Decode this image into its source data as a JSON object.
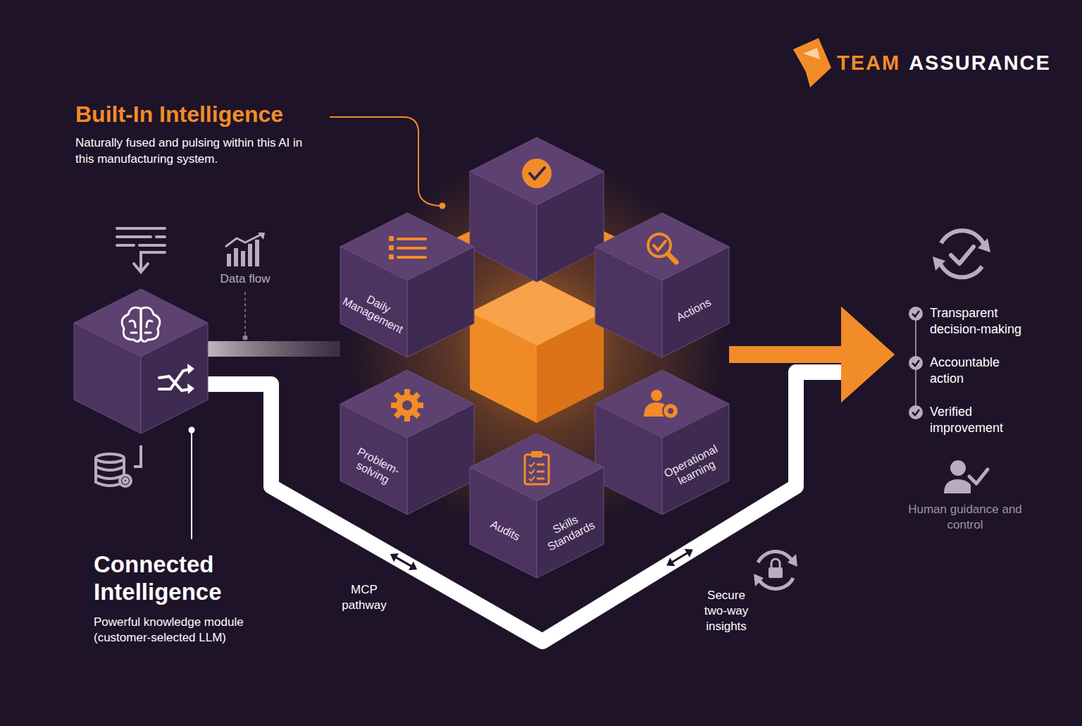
{
  "diagram": {
    "title": "Built-In Intelligence",
    "nodes": [
      {
        "text": [
          "Connected Intelligence",
          "Powerful knowledge module (customer-selected LLM)"
        ]
      },
      {
        "text": [
          "Daily Management"
        ]
      },
      {
        "text": [
          "Actions"
        ]
      },
      {
        "text": [
          "Problem-solving"
        ]
      },
      {
        "text": [
          "Operational learning"
        ]
      },
      {
        "text": [
          "Audits",
          "Skills Standards"
        ]
      },
      {
        "text": [
          "Transparent decision-making",
          "Accountable action",
          "Verified improvement"
        ]
      }
    ],
    "edges": [
      {
        "from": 0,
        "to": 1,
        "arrow": "none",
        "label": "Data flow"
      },
      {
        "from": 0,
        "to": 6,
        "arrow": "to",
        "label": "MCP pathway"
      },
      {
        "from": 2,
        "to": 6,
        "arrow": "to"
      }
    ],
    "labels": [
      "TEAM",
      "ASSURANCE",
      "Naturally fused and pulsing within this AI in this manufacturing system.",
      "Secure two-way insights",
      "Human guidance and control"
    ]
  }
}
